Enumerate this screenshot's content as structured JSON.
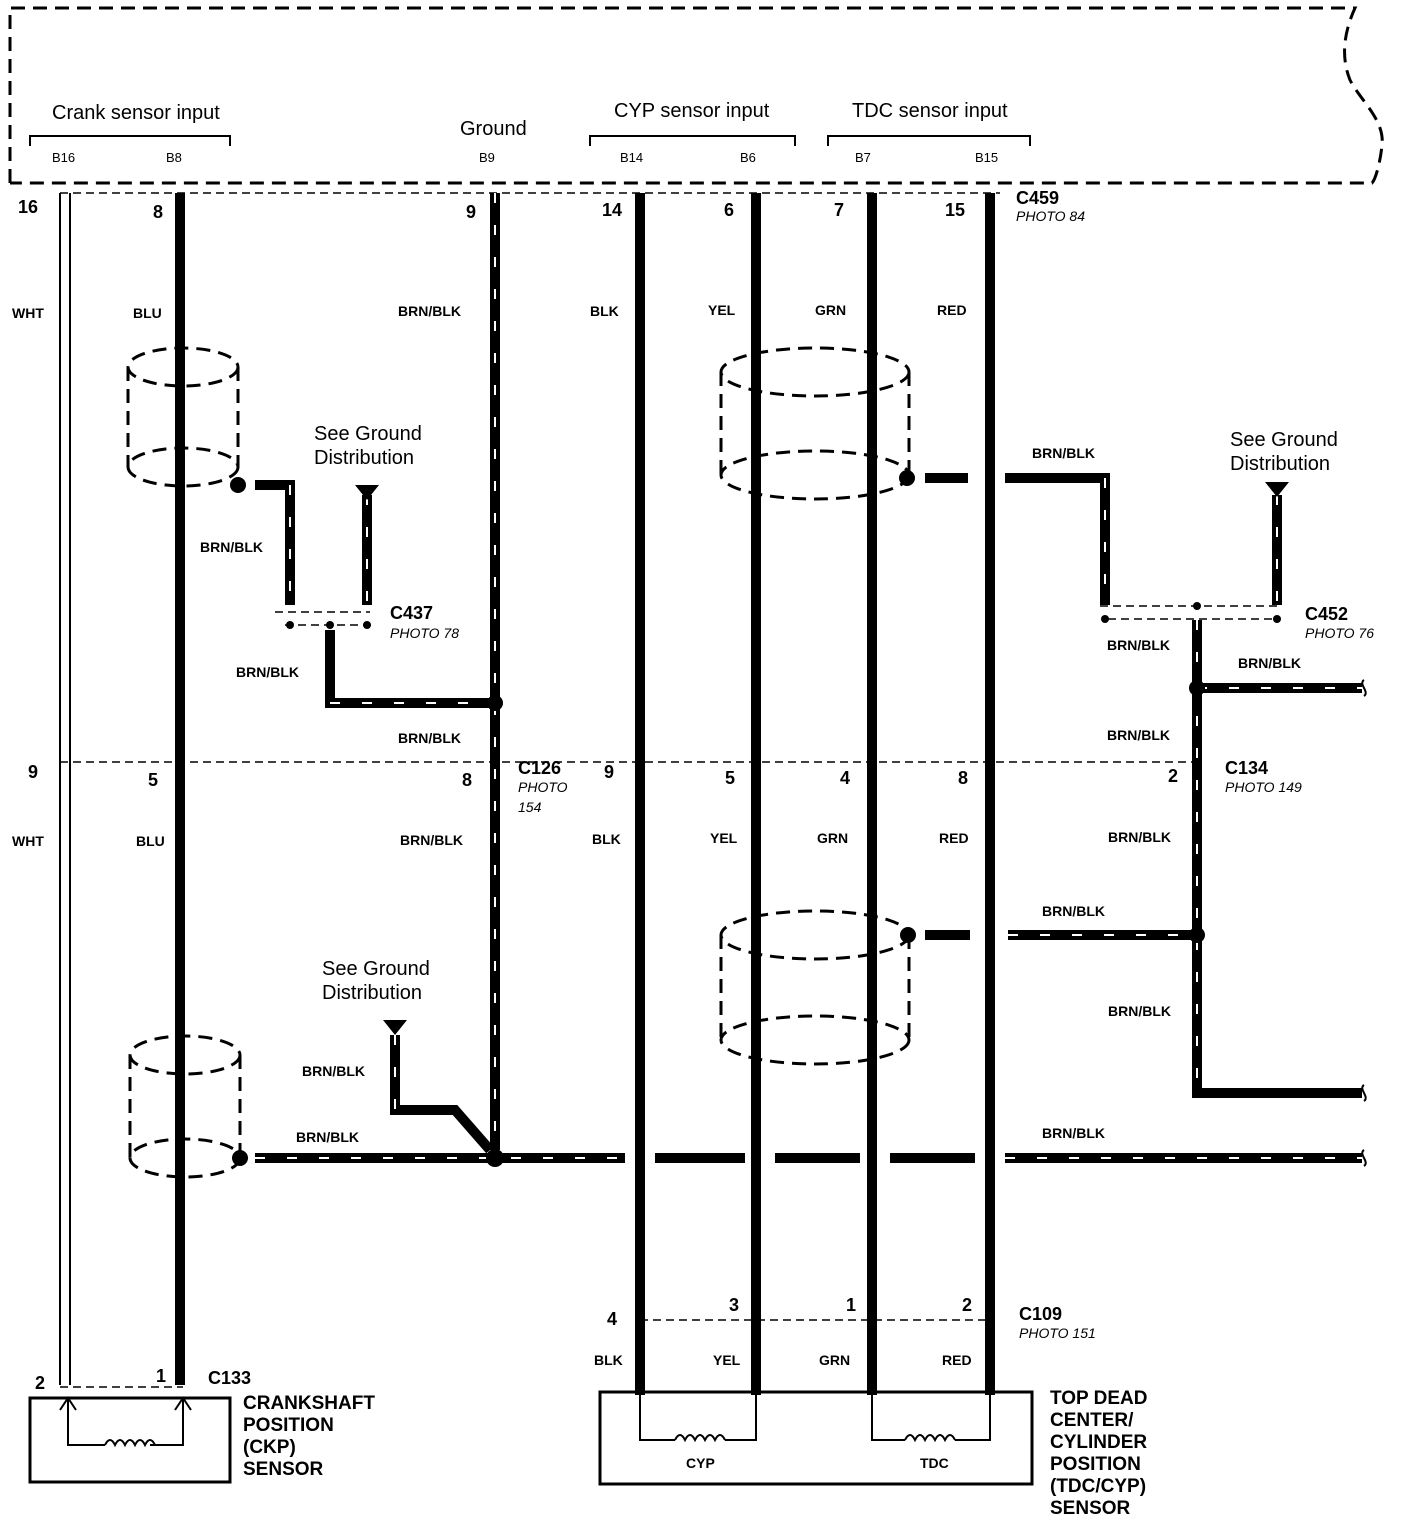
{
  "ecm_groups": [
    {
      "label": "Crank sensor input",
      "pins": [
        "B16",
        "B8"
      ]
    },
    {
      "label": "Ground",
      "pins": [
        "B9"
      ]
    },
    {
      "label": "CYP sensor input",
      "pins": [
        "B14",
        "B6"
      ]
    },
    {
      "label": "TDC sensor input",
      "pins": [
        "B7",
        "B15"
      ]
    }
  ],
  "c459": {
    "id": "C459",
    "photo": "PHOTO 84",
    "pins": [
      "16",
      "8",
      "9",
      "14",
      "6",
      "7",
      "15"
    ]
  },
  "upper_colors": [
    "WHT",
    "BLU",
    "BRN/BLK",
    "BLK",
    "YEL",
    "GRN",
    "RED"
  ],
  "lower_colors": [
    "WHT",
    "BLU",
    "BRN/BLK",
    "BLK",
    "YEL",
    "GRN",
    "RED",
    "BRN/BLK"
  ],
  "c437": {
    "id": "C437",
    "photo": "PHOTO 78"
  },
  "c452": {
    "id": "C452",
    "photo": "PHOTO 76"
  },
  "c126": {
    "id": "C126",
    "photo": "PHOTO",
    "photo2": "154"
  },
  "c134": {
    "id": "C134",
    "photo": "PHOTO 149"
  },
  "c109": {
    "id": "C109",
    "photo": "PHOTO 151"
  },
  "c133": {
    "id": "C133"
  },
  "mid_pins": [
    "9",
    "5",
    "8",
    "9",
    "5",
    "4",
    "8",
    "2"
  ],
  "c109_pins": [
    "4",
    "3",
    "1",
    "2"
  ],
  "c133_pins": [
    "2",
    "1"
  ],
  "ground_note": [
    "See Ground",
    "Distribution"
  ],
  "brn_blk": "BRN/BLK",
  "ckp_sensor": [
    "CRANKSHAFT",
    "POSITION",
    "(CKP)",
    "SENSOR"
  ],
  "tdc_sensor": [
    "TOP DEAD",
    "CENTER/",
    "CYLINDER",
    "POSITION",
    "(TDC/CYP)",
    "SENSOR"
  ],
  "coil_labels": [
    "CYP",
    "TDC"
  ],
  "sensor_colors": [
    "BLK",
    "YEL",
    "GRN",
    "RED"
  ]
}
